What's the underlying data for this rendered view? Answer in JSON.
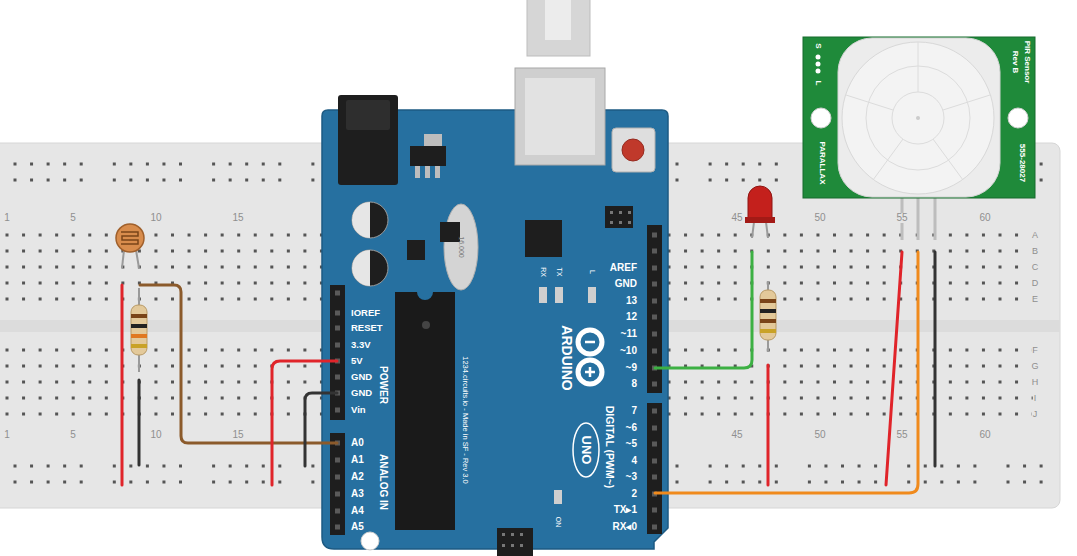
{
  "diagram": {
    "labels": [
      "1",
      "5",
      "10",
      "15",
      "45",
      "50",
      "55",
      "60",
      "A",
      "B",
      "C",
      "D",
      "E",
      "F",
      "G",
      "H",
      "I",
      "J",
      "1",
      "5",
      "10",
      "15",
      "45",
      "50",
      "55",
      "60",
      "IOREF",
      "RESET",
      "3.3V",
      "5V",
      "GND",
      "GND",
      "Vin",
      "POWER",
      "A0",
      "A1",
      "A2",
      "A3",
      "A4",
      "A5",
      "ANALOG IN",
      "AREF",
      "GND",
      "13",
      "12",
      "~11",
      "~10",
      "~9",
      "8",
      "7",
      "~6",
      "~5",
      "4",
      "~3",
      "2",
      "TX▸1",
      "RX◂0",
      "DIGITAL (PWM~)",
      "ARDUINO",
      "UNO",
      "RX",
      "TX",
      "L",
      "ON",
      "1234.circuits.io - Made in SF - Rev 3.0",
      "16.000",
      "PIR Sensor",
      "Rev B",
      "555-28027",
      "PARALLAX",
      "S",
      "L"
    ]
  }
}
